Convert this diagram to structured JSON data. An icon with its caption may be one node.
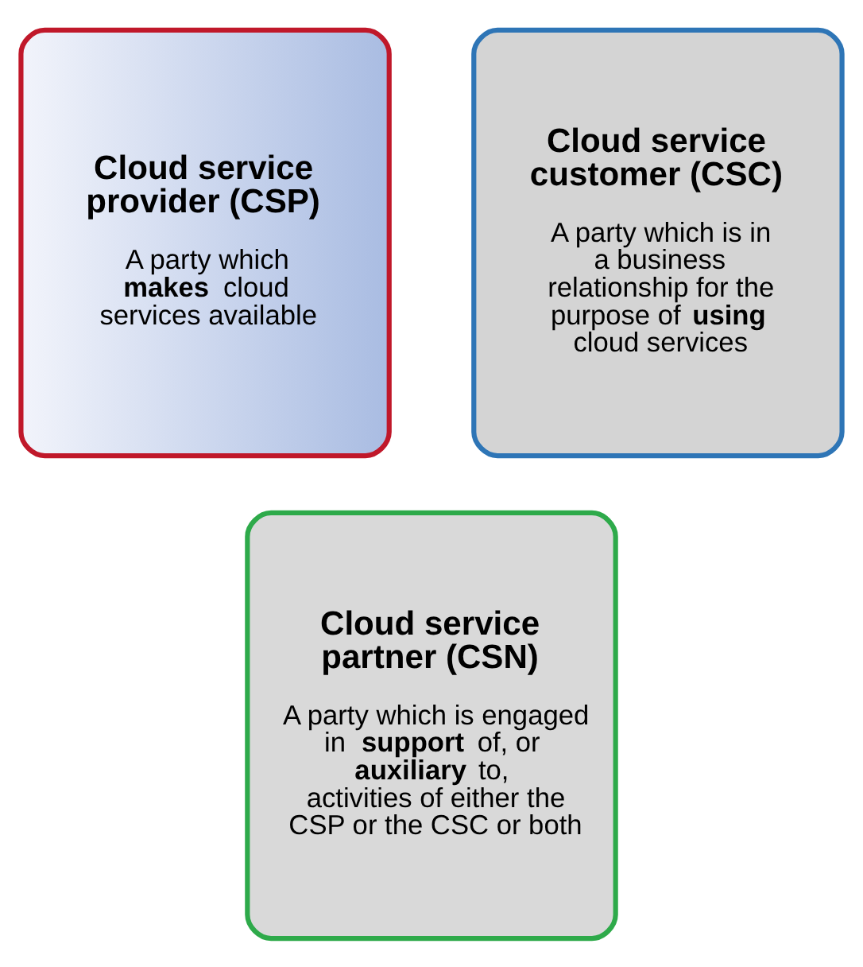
{
  "diagram": {
    "nodes": [
      {
        "text": [
          "Cloud service provider (CSP)",
          "A party which **makes** cloud services available"
        ]
      },
      {
        "text": [
          "Cloud service customer (CSC)",
          "A party which is in a business relationship for the purpose of **using** cloud services"
        ]
      },
      {
        "text": [
          "Cloud service partner (CSN)",
          "A party which is engaged in **support** of, or **auxiliary** to, activities of either the CSP or the CSC or both"
        ]
      }
    ]
  }
}
